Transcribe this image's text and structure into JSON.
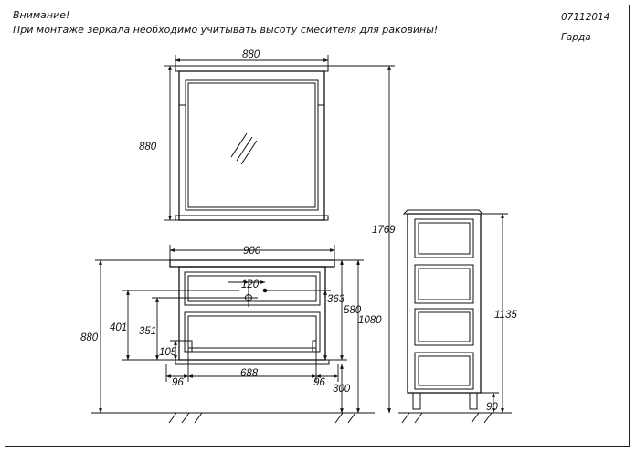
{
  "header": {
    "warning_title": "Внимание!",
    "warning_text": "При монтаже зеркала необходимо учитывать высоту смесителя для раковины!",
    "code": "07112014",
    "model": "Гарда"
  },
  "dimensions": {
    "mirror_width": "880",
    "mirror_height": "880",
    "mirror_top": "1769",
    "vanity_width": "900",
    "drain_offset": "120",
    "vanity_height": "880",
    "cabinet_height": "401",
    "drawer_height": "351",
    "lower_offset": "105",
    "leg_left": "96",
    "leg_span": "688",
    "leg_right": "96",
    "drain_height_a": "363",
    "drain_height_b": "580",
    "top_height": "1080",
    "floor_clear": "300",
    "column_height": "1135",
    "column_legs": "90"
  }
}
